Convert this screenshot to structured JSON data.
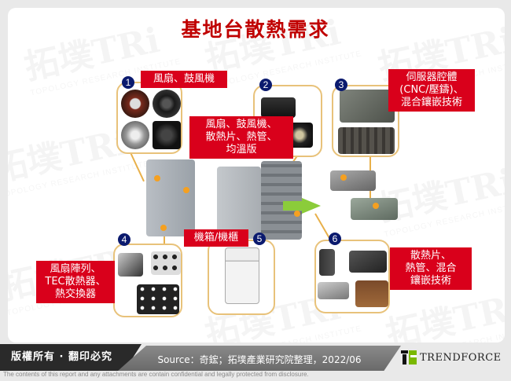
{
  "title": "基地台散熱需求",
  "watermark": {
    "cn": "拓墣TRi",
    "en": "TOPOLOGY RESEARCH INSTITUTE"
  },
  "categories": [
    {
      "num": "1",
      "label": "風扇、鼓風機"
    },
    {
      "num": "2",
      "label": "風扇、鼓風機、散熱片、熱管、均溫版"
    },
    {
      "num": "3",
      "label": "伺服器腔體(CNC/壓鑄)、混合鑲嵌技術"
    },
    {
      "num": "4",
      "label": "風扇陣列、TEC散熱器、熱交換器"
    },
    {
      "num": "5",
      "label": "機箱/機櫃"
    },
    {
      "num": "6",
      "label": "散熱片、熱管、混合鑲嵌技術"
    }
  ],
  "labels_lines": {
    "c1": [
      "風扇、鼓風機"
    ],
    "c2": [
      "風扇、鼓風機、",
      "散熱片、熱管、",
      "均溫版"
    ],
    "c3": [
      "伺服器腔體",
      "(CNC/壓鑄)、",
      "混合鑲嵌技術"
    ],
    "c4": [
      "風扇陣列、",
      "TEC散熱器、",
      "熱交換器"
    ],
    "c5": [
      "機箱/機櫃"
    ],
    "c6": [
      "散熱片、",
      "熱管、混合",
      "鑲嵌技術"
    ]
  },
  "footer": {
    "copyright": "版權所有 · 翻印必究",
    "source": "Source：奇鋐；拓墣產業研究院整理，2022/06",
    "brand": "TRENDFORCE",
    "disclaimer": "The contents of this report and any attachments are contain confidential and legally protected from disclosure."
  },
  "colors": {
    "title": "#c00000",
    "label_bg": "#d9001b",
    "badge": "#0b1a6e",
    "card_border": "#e8c27a",
    "brand_green": "#7ab800"
  }
}
